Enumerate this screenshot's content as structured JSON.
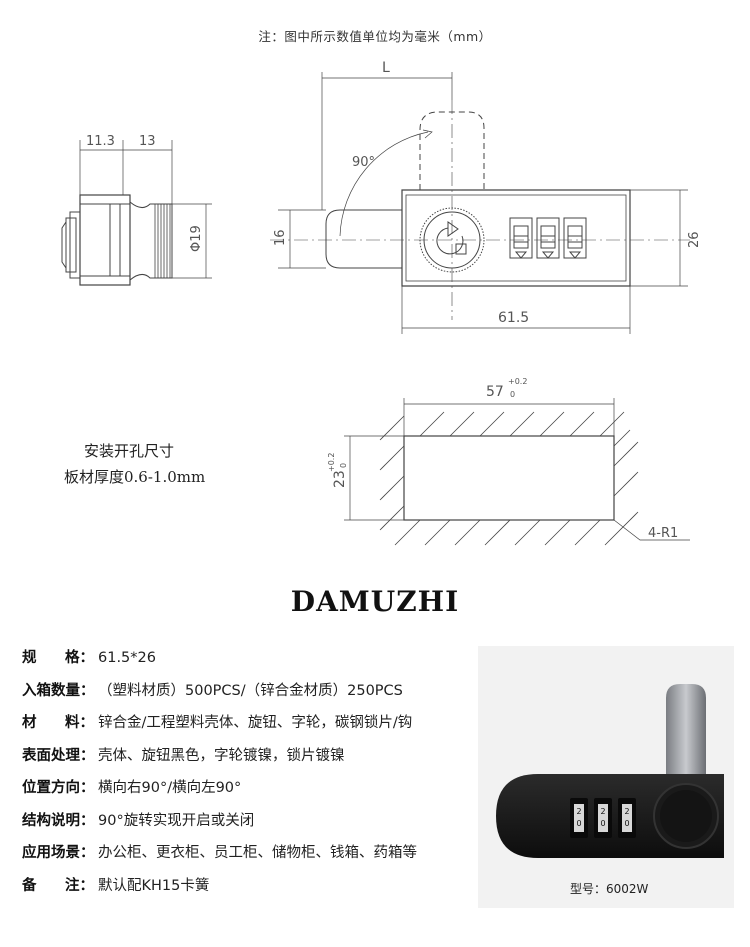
{
  "header": {
    "note": "注：图中所示数值单位均为毫米（mm）"
  },
  "drawing": {
    "dim_11_3": "11.3",
    "dim_13": "13",
    "dim_phi19": "Φ19",
    "dim_L": "L",
    "dim_90": "90°",
    "dim_16": "16",
    "dim_26": "26",
    "dim_61_5": "61.5",
    "dim_57": "57",
    "dim_57_tol_upper": "+0.2",
    "dim_57_tol_lower": "0",
    "dim_23": "23",
    "dim_23_tol_upper": "+0.2",
    "dim_23_tol_lower": "0",
    "dim_radius": "4-R1"
  },
  "hole_info": {
    "title": "安装开孔尺寸",
    "thickness": "板材厚度0.6-1.0mm"
  },
  "brand": {
    "name": "DAMUZHI"
  },
  "specs": [
    {
      "label": "规格：",
      "label_chars": [
        "规",
        "格"
      ],
      "value": "61.5*26"
    },
    {
      "label": "入箱数量：",
      "value": "（塑料材质）500PCS/（锌合金材质）250PCS"
    },
    {
      "label": "材料：",
      "label_chars": [
        "材",
        "料"
      ],
      "value": "锌合金/工程塑料壳体、旋钮、字轮，碳钢锁片/钩"
    },
    {
      "label": "表面处理：",
      "value": "壳体、旋钮黑色，字轮镀镍，锁片镀镍"
    },
    {
      "label": "位置方向：",
      "value": "横向右90°/横向左90°"
    },
    {
      "label": "结构说明：",
      "value": "90°旋转实现开启或关闭"
    },
    {
      "label": "应用场景：",
      "value": "办公柜、更衣柜、员工柜、储物柜、钱箱、药箱等"
    },
    {
      "label": "备注：",
      "label_chars": [
        "备",
        "注"
      ],
      "value": "默认配KH15卡簧"
    }
  ],
  "product": {
    "model": "型号：6002W"
  }
}
